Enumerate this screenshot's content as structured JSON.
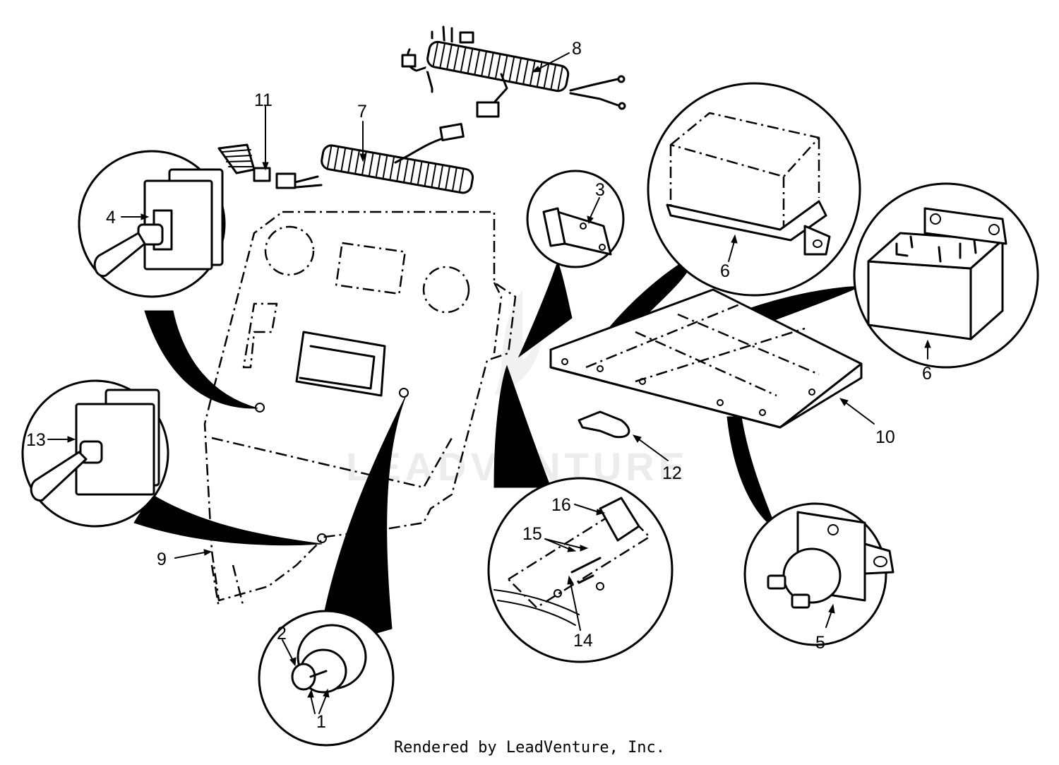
{
  "diagram": {
    "callouts": {
      "c1": "1",
      "c2": "2",
      "c3": "3",
      "c4": "4",
      "c5": "5",
      "c6a": "6",
      "c6b": "6",
      "c7": "7",
      "c8": "8",
      "c9": "9",
      "c10": "10",
      "c11": "11",
      "c12": "12",
      "c13": "13",
      "c14": "14",
      "c15": "15",
      "c16": "16"
    },
    "watermark": "LEADVENTURE"
  },
  "footer": {
    "text": "Rendered by LeadVenture, Inc."
  }
}
